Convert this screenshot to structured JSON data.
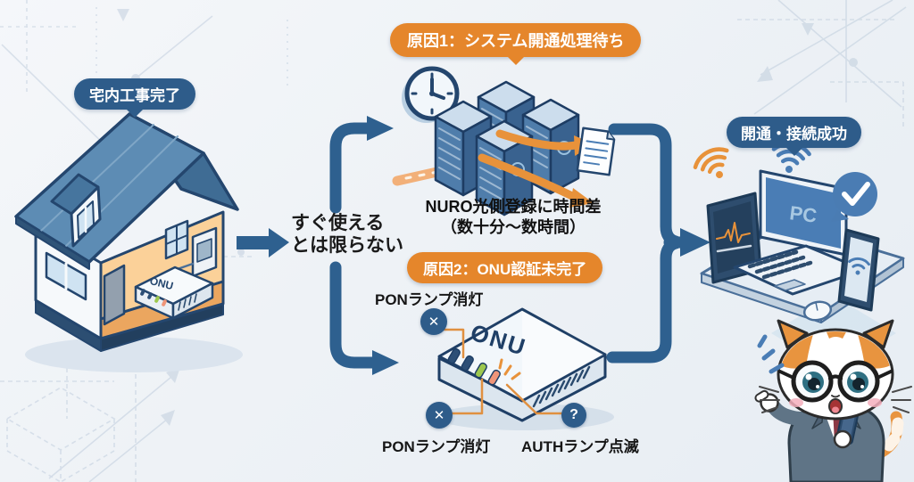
{
  "badges": {
    "house": "宅内工事完了",
    "cause1": "原因1：システム開通処理待ち",
    "cause2": "原因2：ONU認証未完了",
    "success": "開通・接続成功"
  },
  "flow_note": {
    "line1": "すぐ使える",
    "line2": "とは限らない"
  },
  "server_section": {
    "caption_line1": "NURO光側登録に時間差",
    "caption_line2": "（数十分～数時間）"
  },
  "onu_section": {
    "device_name": "ONU",
    "lamp_label_top": "PONランプ消灯",
    "lamp_label_bottom_left": "PONランプ消灯",
    "lamp_label_bottom_right": "AUTHランプ点滅",
    "lamp_colors": [
      "#2d4f76",
      "#2d4f76",
      "#9dc84e",
      "#ef9579"
    ]
  },
  "house_section": {
    "device_name": "ONU"
  },
  "success_section": {
    "pc_screen_label": "PC"
  },
  "glyphs": {
    "cross": "✕",
    "question": "?",
    "check": "✓"
  },
  "colors": {
    "badge_navy": "#2e5c8a",
    "badge_orange": "#e5862b",
    "arrow_blue": "#2e608f",
    "accent_orange": "#e8923a",
    "background": "#eef2f6"
  }
}
